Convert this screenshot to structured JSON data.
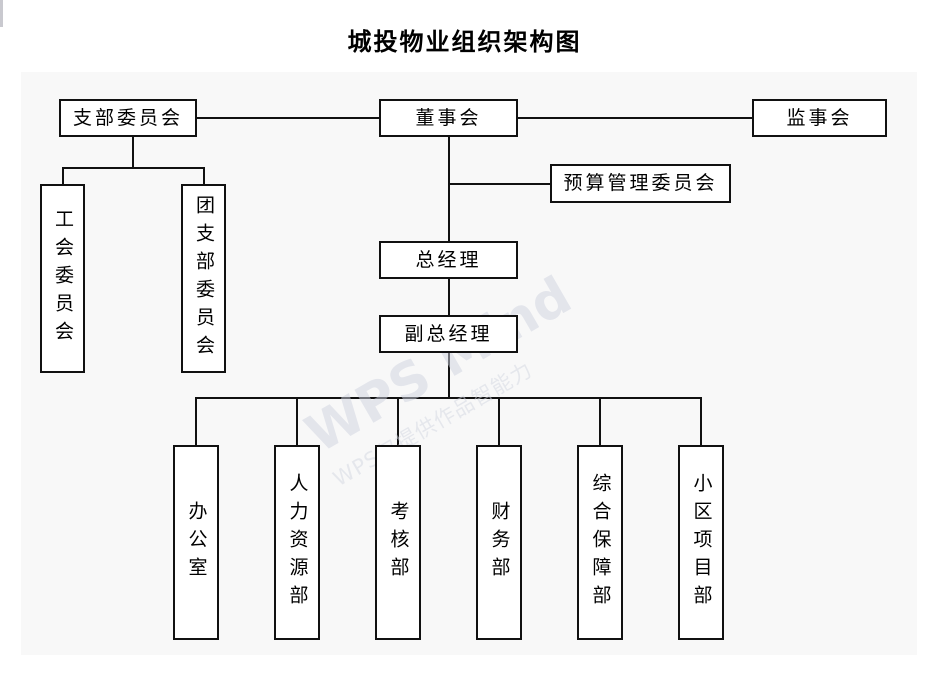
{
  "page": {
    "title": "城投物业组织架构图",
    "background_color": "#ffffff",
    "canvas_color": "#f8f8f8",
    "line_color": "#111111",
    "box_fill": "#ffffff"
  },
  "watermark": {
    "main": "WPS Mind",
    "sub": "WPS仅提供作品智能力"
  },
  "chart_data": {
    "type": "diagram",
    "title": "城投物业组织架构图",
    "nodes": [
      {
        "id": "party_branch_committee",
        "label": "支部委员会",
        "orientation": "horizontal",
        "level": 1
      },
      {
        "id": "board_of_directors",
        "label": "董事会",
        "orientation": "horizontal",
        "level": 1
      },
      {
        "id": "board_of_supervisors",
        "label": "监事会",
        "orientation": "horizontal",
        "level": 1
      },
      {
        "id": "budget_management_committee",
        "label": "预算管理委员会",
        "orientation": "horizontal",
        "level": 2
      },
      {
        "id": "labor_union_committee",
        "label": "工会委员会",
        "orientation": "vertical",
        "level": 2
      },
      {
        "id": "youth_league_branch_committee",
        "label": "团支部委员会",
        "orientation": "vertical",
        "level": 2
      },
      {
        "id": "general_manager",
        "label": "总经理",
        "orientation": "horizontal",
        "level": 3
      },
      {
        "id": "deputy_general_manager",
        "label": "副总经理",
        "orientation": "horizontal",
        "level": 4
      },
      {
        "id": "office",
        "label": "办公室",
        "orientation": "vertical",
        "level": 5
      },
      {
        "id": "human_resources_dept",
        "label": "人力资源部",
        "orientation": "vertical",
        "level": 5
      },
      {
        "id": "assessment_dept",
        "label": "考核部",
        "orientation": "vertical",
        "level": 5
      },
      {
        "id": "finance_dept",
        "label": "财务部",
        "orientation": "vertical",
        "level": 5
      },
      {
        "id": "general_support_dept",
        "label": "综合保障部",
        "orientation": "vertical",
        "level": 5
      },
      {
        "id": "community_project_dept",
        "label": "小区项目部",
        "orientation": "vertical",
        "level": 5
      }
    ],
    "edges": [
      {
        "from": "party_branch_committee",
        "to": "board_of_directors"
      },
      {
        "from": "board_of_directors",
        "to": "board_of_supervisors"
      },
      {
        "from": "board_of_directors",
        "to": "budget_management_committee"
      },
      {
        "from": "board_of_directors",
        "to": "general_manager"
      },
      {
        "from": "party_branch_committee",
        "to": "labor_union_committee"
      },
      {
        "from": "party_branch_committee",
        "to": "youth_league_branch_committee"
      },
      {
        "from": "general_manager",
        "to": "deputy_general_manager"
      },
      {
        "from": "deputy_general_manager",
        "to": "office"
      },
      {
        "from": "deputy_general_manager",
        "to": "human_resources_dept"
      },
      {
        "from": "deputy_general_manager",
        "to": "assessment_dept"
      },
      {
        "from": "deputy_general_manager",
        "to": "finance_dept"
      },
      {
        "from": "deputy_general_manager",
        "to": "general_support_dept"
      },
      {
        "from": "deputy_general_manager",
        "to": "community_project_dept"
      }
    ]
  }
}
